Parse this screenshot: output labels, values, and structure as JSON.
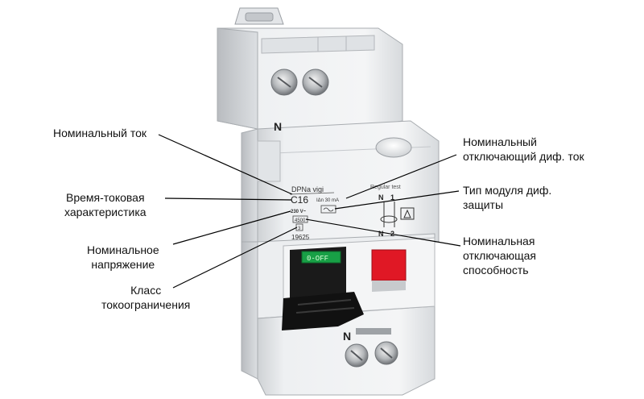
{
  "device": {
    "model": "DPNa vigi",
    "rating": "C16",
    "idn": "IΔn 30 mA",
    "voltage": "230 V~",
    "breaking_capacity": "4500",
    "class": "3",
    "ref": "19625",
    "test_label": "Regular test",
    "terminal_n": "N",
    "terminal_1": "1",
    "terminal_2": "2",
    "handle_status": "0-OFF",
    "colors": {
      "body": "#eceef0",
      "handle": "#1a1a1a",
      "off_window": "#18a046",
      "indicator": "#e01825"
    }
  },
  "callouts": {
    "nominal_current": "Номинальный ток",
    "time_current": [
      "Время-токовая",
      "характеристика"
    ],
    "nominal_voltage": [
      "Номинальное",
      "напряжение"
    ],
    "limiting_class": [
      "Класс",
      "токоограничения"
    ],
    "residual_current": [
      "Номинальный",
      "отключающий диф. ток"
    ],
    "rcd_type": [
      "Тип модуля диф.",
      "защиты"
    ],
    "breaking_capacity": [
      "Номинальная",
      "отключающая",
      "способность"
    ]
  }
}
